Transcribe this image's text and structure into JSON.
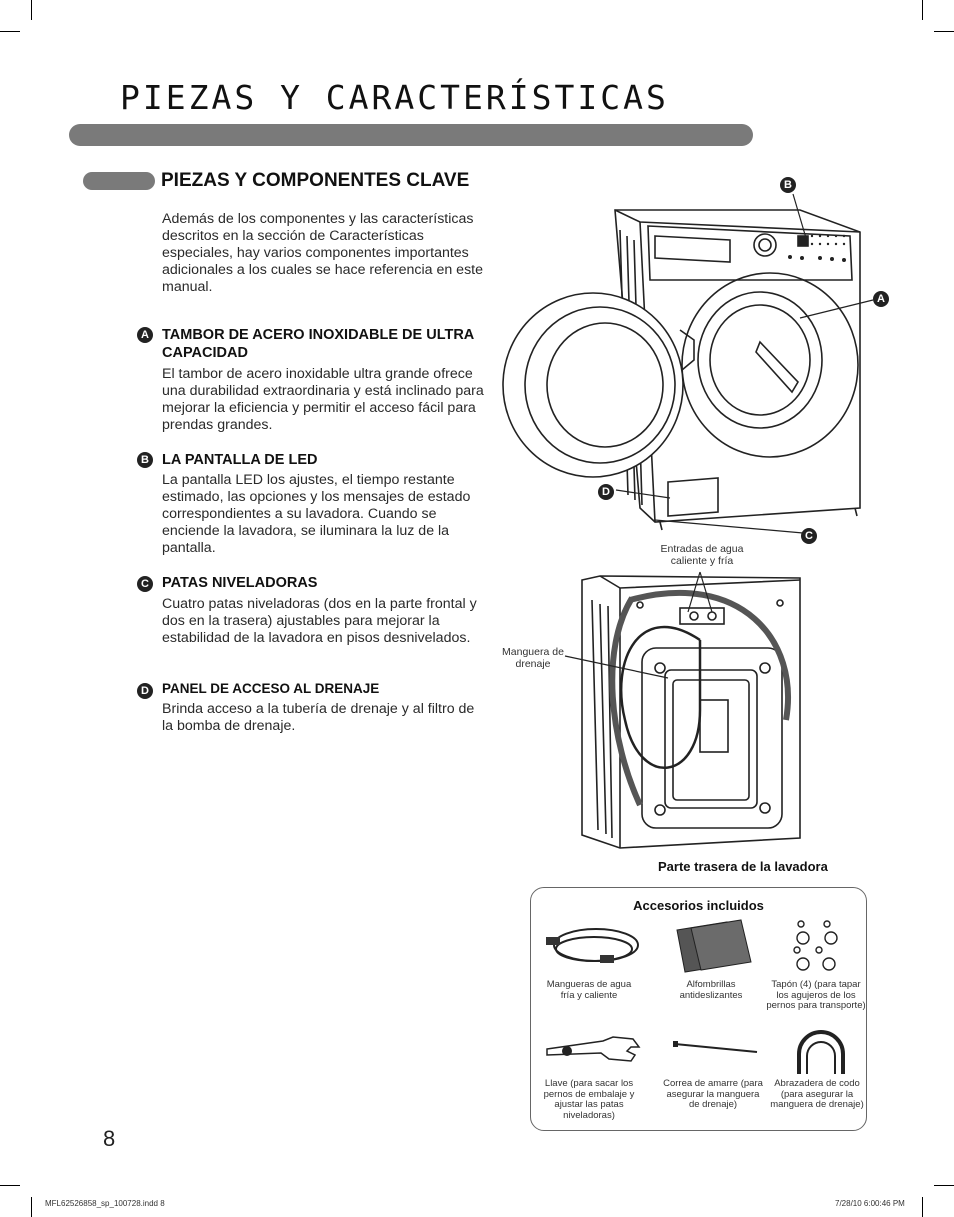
{
  "page": {
    "title": "PIEZAS Y CARACTERÍSTICAS",
    "number": "8"
  },
  "section": {
    "title": "PIEZAS Y COMPONENTES CLAVE",
    "intro": "Además de los componentes y las características descritos en la sección de Características especiales, hay varios componentes importantes adicionales a los cuales se hace referencia en este manual."
  },
  "items": [
    {
      "letter": "A",
      "heading": "TAMBOR DE ACERO INOXIDABLE DE ULTRA CAPACIDAD",
      "body": "El tambor de acero inoxidable ultra grande ofrece una durabilidad extraordinaria y está inclinado para mejorar la eficiencia y permitir el acceso fácil para prendas grandes."
    },
    {
      "letter": "B",
      "heading": "LA PANTALLA DE LED",
      "body": "La pantalla LED los ajustes, el tiempo restante estimado, las opciones y los mensajes de estado correspondientes a su lavadora. Cuando se enciende la lavadora, se iluminara la luz de la pantalla."
    },
    {
      "letter": "C",
      "heading": "PATAS NIVELADORAS",
      "body": "Cuatro patas niveladoras (dos en la parte frontal y dos en la trasera) ajustables para mejorar la estabilidad de la lavadora en pisos desnivelados."
    },
    {
      "letter": "D",
      "heading": "PANEL DE ACCESO AL DRENAJE",
      "body": "Brinda acceso a la tubería de drenaje y al filtro de la bomba de drenaje."
    }
  ],
  "rear": {
    "inlets_label": "Entradas de agua caliente y fría",
    "drain_label": "Manguera de drenaje",
    "caption": "Parte trasera de la lavadora"
  },
  "accessories": {
    "title": "Accesorios incluidos",
    "items": [
      {
        "label": "Mangueras de agua fría y caliente",
        "icon": "hoses-icon"
      },
      {
        "label": "Alfombrillas antideslizantes",
        "icon": "mats-icon"
      },
      {
        "label": "Tapón (4) (para tapar los agujeros de los pernos para transporte)",
        "icon": "caps-icon"
      },
      {
        "label": "Llave (para sacar los pernos de embalaje y ajustar las patas niveladoras)",
        "icon": "wrench-icon"
      },
      {
        "label": "Correa de amarre (para asegurar la manguera de drenaje)",
        "icon": "tie-strap-icon"
      },
      {
        "label": "Abrazadera de codo (para asegurar la manguera de drenaje)",
        "icon": "elbow-bracket-icon"
      }
    ]
  },
  "footer": {
    "file": "MFL62526858_sp_100728.indd   8",
    "date": "7/28/10   6:00:46 PM"
  }
}
